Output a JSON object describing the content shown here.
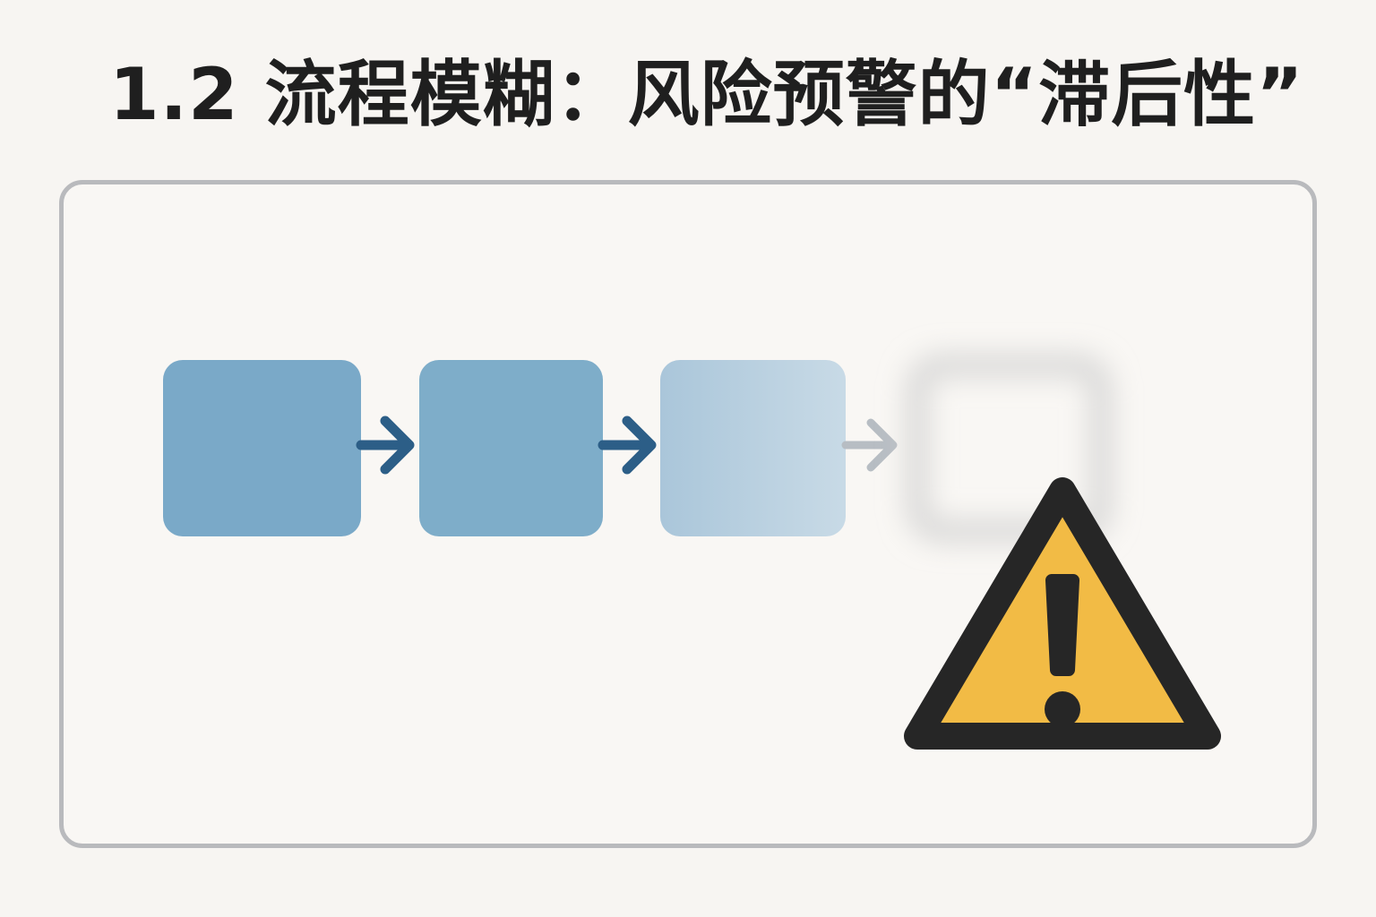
{
  "title": "1.2 流程模糊：风险预警的“滞后性”",
  "colors": {
    "background": "#f7f5f2",
    "frame_border": "#b9babd",
    "step_1": "#7aa9c8",
    "step_2": "#7eadc9",
    "step_3_gradient": [
      "#aac6da",
      "#c8dae6"
    ],
    "arrow_strong": "#2c5e87",
    "arrow_faded": "#b7bdc3",
    "warning_fill": "#f2bb45",
    "warning_outline": "#262626"
  },
  "flow": {
    "steps": [
      {
        "id": "step-1",
        "state": "clear"
      },
      {
        "id": "step-2",
        "state": "clear"
      },
      {
        "id": "step-3",
        "state": "fading"
      },
      {
        "id": "step-4",
        "state": "blurred"
      }
    ],
    "arrows": [
      {
        "state": "strong"
      },
      {
        "state": "strong"
      },
      {
        "state": "faded"
      }
    ]
  },
  "icons": {
    "arrow": "arrow-right-icon",
    "warning": "warning-triangle-icon"
  }
}
